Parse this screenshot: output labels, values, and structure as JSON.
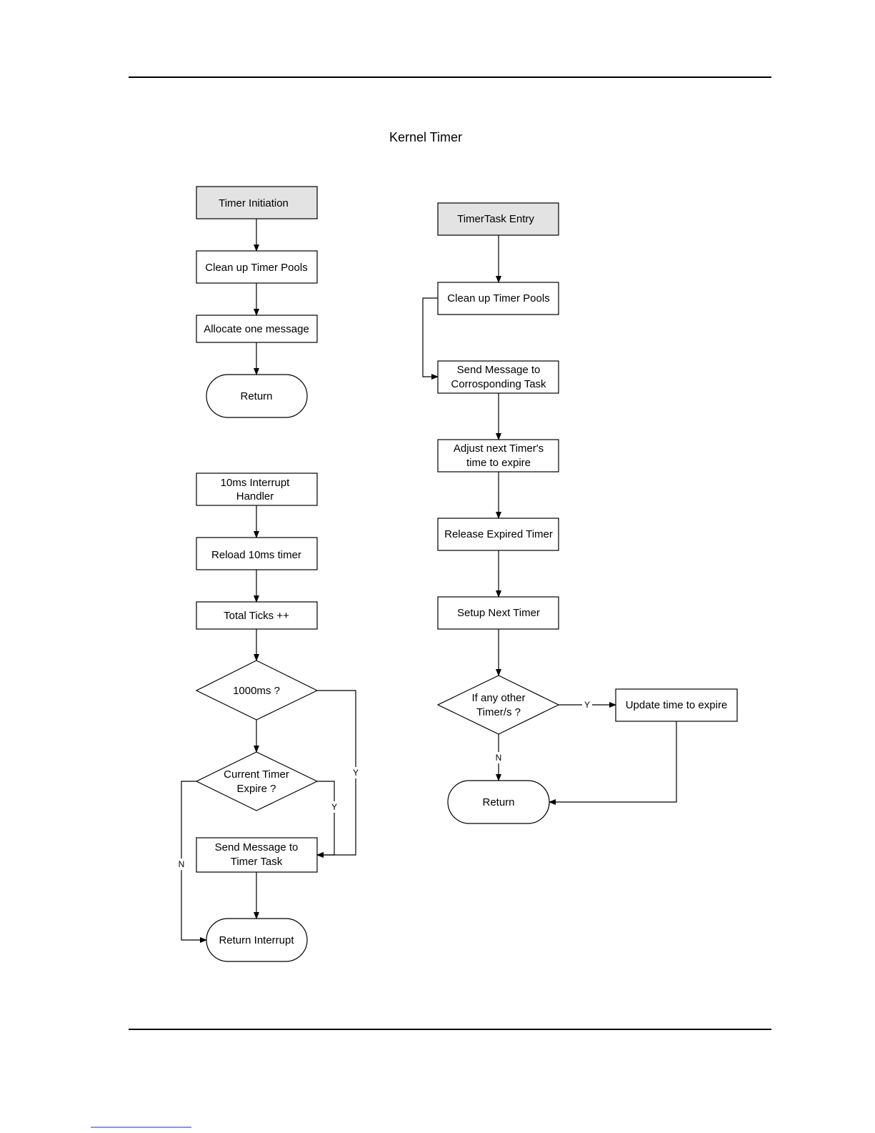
{
  "title": "Kernel Timer",
  "nodes": {
    "timer_initiation": "Timer Initiation",
    "clean_up_pools_left": "Clean up Timer Pools",
    "allocate_message": "Allocate one message",
    "return_left": "Return",
    "interrupt_handler": [
      "10ms Interrupt",
      "Handler"
    ],
    "reload_timer": "Reload 10ms timer",
    "total_ticks": "Total Ticks ++",
    "check_1000ms": "1000ms ?",
    "current_timer_expire": [
      "Current Timer",
      "Expire ?"
    ],
    "send_to_timer_task": [
      "Send Message to",
      "Timer Task"
    ],
    "return_interrupt": "Return Interrupt",
    "timertask_entry": "TimerTask Entry",
    "clean_up_pools_right": "Clean up Timer Pools",
    "send_to_task": [
      "Send Message to",
      "Corrosponding Task"
    ],
    "adjust_next_timer": [
      "Adjust next Timer's",
      "time to expire"
    ],
    "release_expired": "Release Expired Timer",
    "setup_next_timer": "Setup Next Timer",
    "any_other_timers": [
      "If any other",
      "Timer/s ?"
    ],
    "update_time": "Update time to expire",
    "return_right": "Return"
  },
  "edge_labels": {
    "yes": "Y",
    "no": "N"
  }
}
